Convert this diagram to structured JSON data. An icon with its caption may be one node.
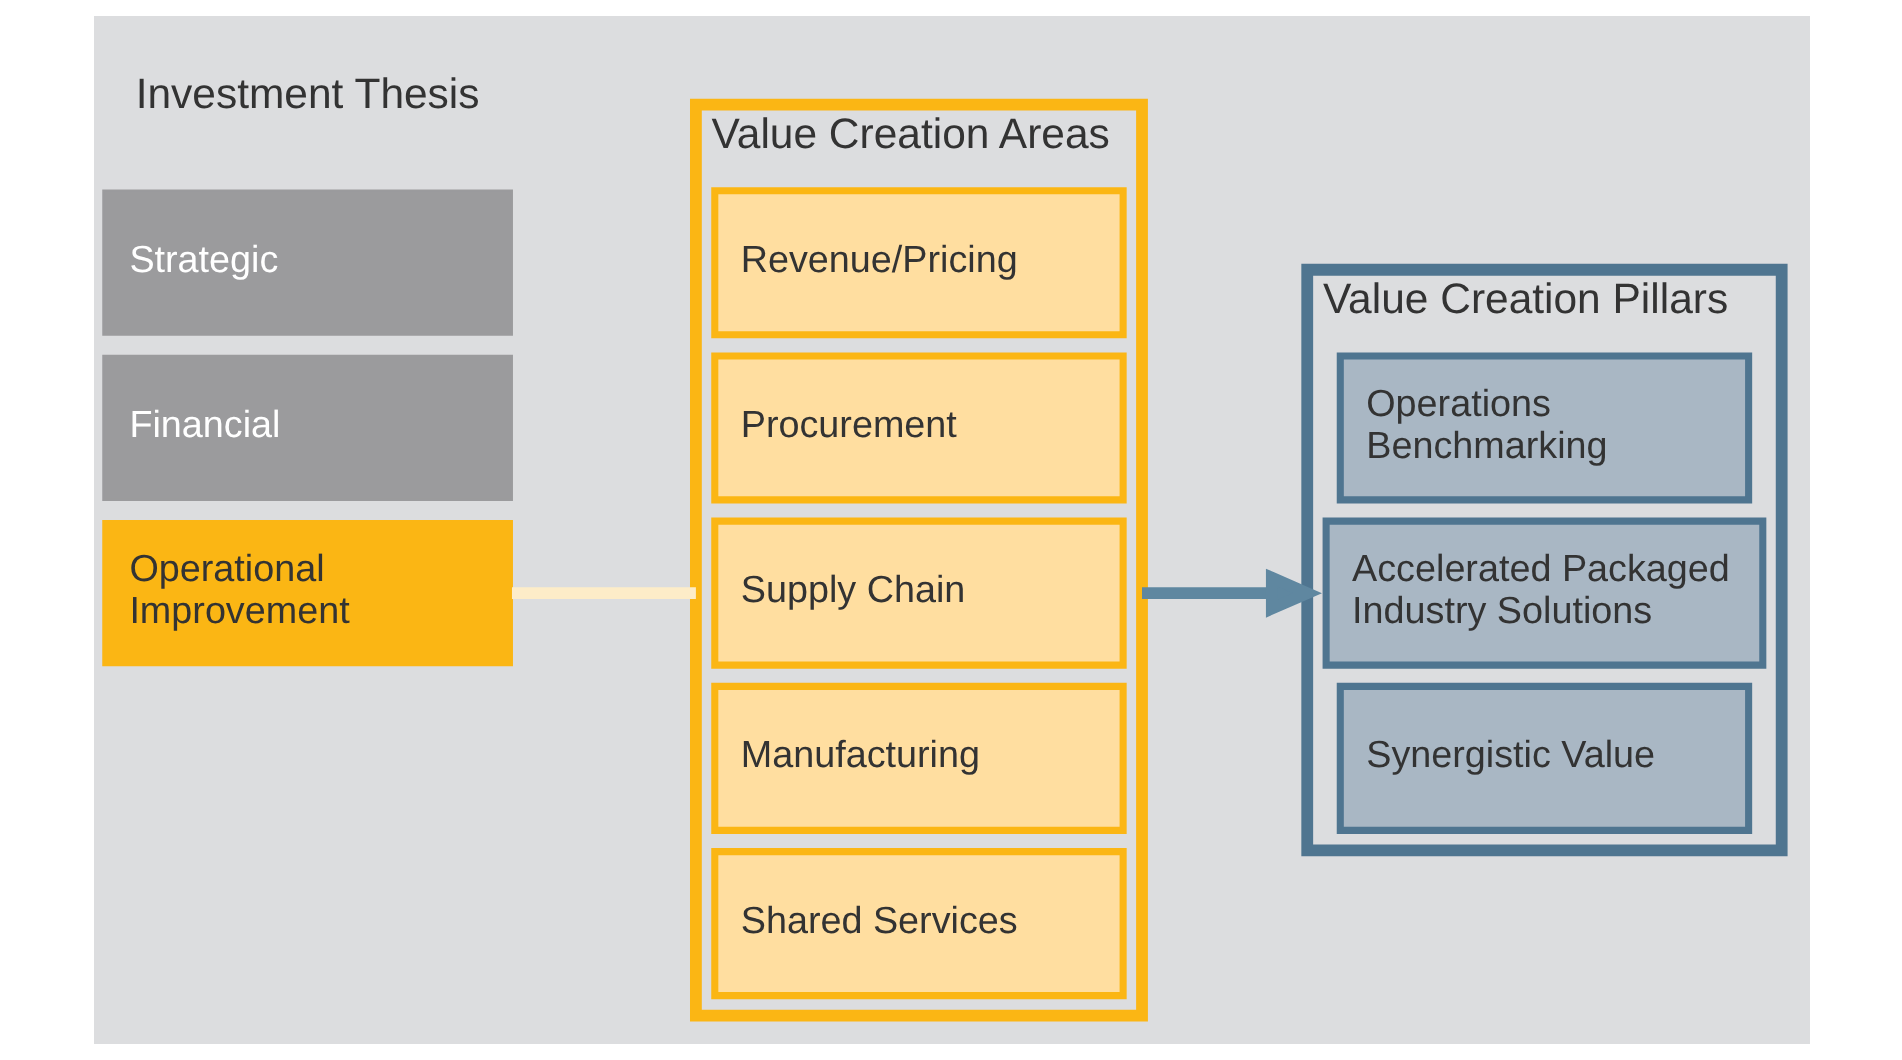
{
  "diagram": {
    "nodes": [
      {
        "text": [
          "Strategic"
        ]
      },
      {
        "text": [
          "Financial"
        ]
      },
      {
        "text": [
          "Operational Improvement"
        ]
      },
      {
        "text": [
          "Value Creation Areas"
        ]
      },
      {
        "text": [
          "Revenue/Pricing"
        ],
        "in": 3
      },
      {
        "text": [
          "Procurement"
        ],
        "in": 3
      },
      {
        "text": [
          "Supply Chain"
        ],
        "in": 3
      },
      {
        "text": [
          "Manufacturing"
        ],
        "in": 3
      },
      {
        "text": [
          "Shared Services"
        ],
        "in": 3
      },
      {
        "text": [
          "Value Creation Pillars"
        ]
      },
      {
        "text": [
          "Operations Benchmarking"
        ],
        "in": 9
      },
      {
        "text": [
          "Accelerated Packaged Industry Solutions"
        ],
        "in": 9
      },
      {
        "text": [
          "Synergistic Value"
        ],
        "in": 9
      }
    ],
    "edges": [
      {
        "from": 2,
        "to": 3,
        "arrow": "none",
        "color": "#fdecc8"
      },
      {
        "from": 3,
        "to": 9,
        "arrow": "to",
        "color": "#5f87a0"
      }
    ],
    "labels": [
      "Investment Thesis"
    ]
  }
}
